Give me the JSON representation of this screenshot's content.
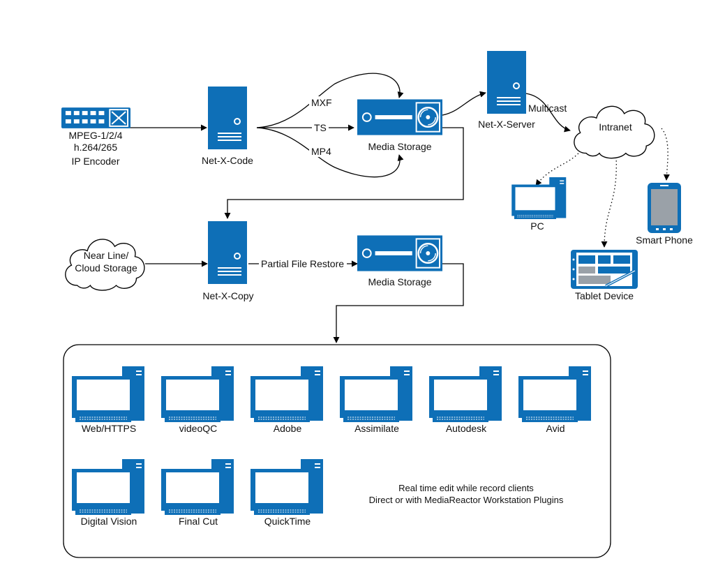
{
  "colors": {
    "accent": "#0e6fb7",
    "line": "#000000",
    "background": "#ffffff"
  },
  "nodes": {
    "encoder": {
      "icon": "network-switch-icon",
      "lines": [
        "MPEG-1/2/4",
        "h.264/265",
        "IP Encoder"
      ]
    },
    "net_x_code": {
      "icon": "server-icon",
      "label": "Net-X-Code"
    },
    "media_storage_top": {
      "icon": "media-storage-icon",
      "label": "Media Storage"
    },
    "net_x_server": {
      "icon": "server-icon",
      "label": "Net-X-Server"
    },
    "intranet": {
      "icon": "cloud-icon",
      "label": "Intranet"
    },
    "pc": {
      "icon": "pc-icon",
      "label": "PC"
    },
    "smart_phone": {
      "icon": "smartphone-icon",
      "label": "Smart Phone"
    },
    "tablet": {
      "icon": "tablet-icon",
      "label": "Tablet Device"
    },
    "near_line": {
      "icon": "cloud-icon",
      "lines": [
        "Near Line/",
        "Cloud Storage"
      ]
    },
    "net_x_copy": {
      "icon": "server-icon",
      "label": "Net-X-Copy"
    },
    "media_storage_bottom": {
      "icon": "media-storage-icon",
      "label": "Media Storage"
    }
  },
  "edge_labels": {
    "mxf": "MXF",
    "ts": "TS",
    "mp4": "MP4",
    "multicast": "Multicast",
    "partial_restore": "Partial File Restore"
  },
  "clients": [
    {
      "label": "Web/HTTPS",
      "icon": "pc-icon"
    },
    {
      "label": "videoQC",
      "icon": "pc-icon"
    },
    {
      "label": "Adobe",
      "icon": "pc-icon"
    },
    {
      "label": "Assimilate",
      "icon": "pc-icon"
    },
    {
      "label": "Autodesk",
      "icon": "pc-icon"
    },
    {
      "label": "Avid",
      "icon": "pc-icon"
    },
    {
      "label": "Digital Vision",
      "icon": "pc-icon"
    },
    {
      "label": "Final Cut",
      "icon": "pc-icon"
    },
    {
      "label": "QuickTime",
      "icon": "pc-icon"
    }
  ],
  "note": {
    "lines": [
      "Real time edit while record clients",
      "Direct or with MediaReactor Workstation Plugins"
    ]
  }
}
